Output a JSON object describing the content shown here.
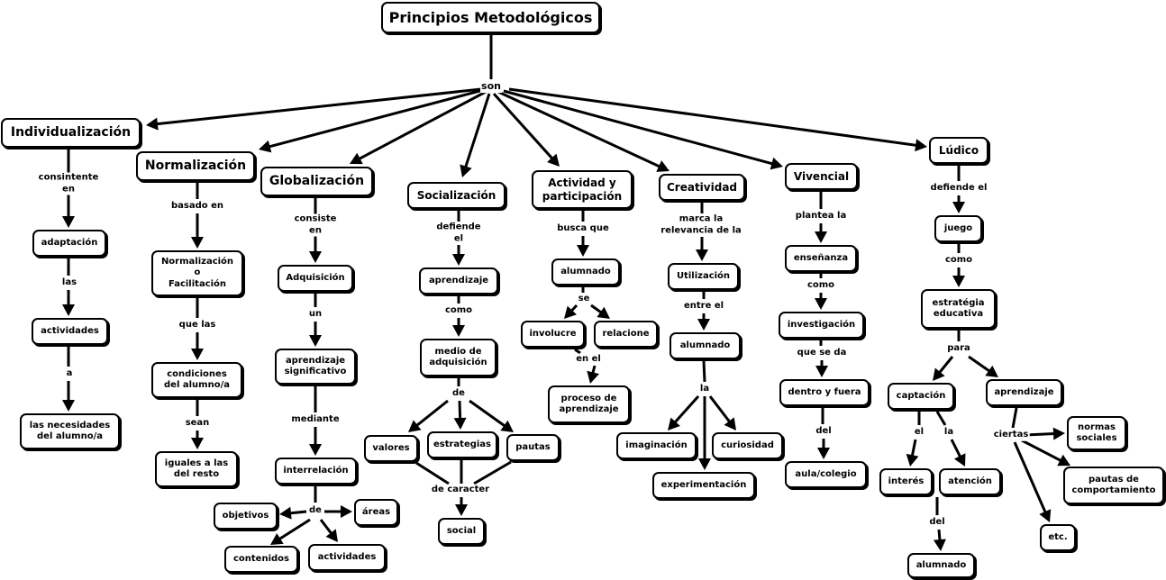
{
  "root": "Principios Metodológicos",
  "root_link": "son",
  "branches": {
    "individualizacion": {
      "title": "Individualización",
      "l1": "consintente\nen",
      "c1": "adaptación",
      "l2": "las",
      "c2": "actividades",
      "l3": "a",
      "c3": "las necesidades\ndel alumno/a"
    },
    "normalizacion": {
      "title": "Normalización",
      "l1": "basado en",
      "c1": "Normalización\no\nFacilitación",
      "l2": "que las",
      "c2": "condiciones\ndel alumno/a",
      "l3": "sean",
      "c3": "iguales a las\ndel resto"
    },
    "globalizacion": {
      "title": "Globalización",
      "l1": "consiste\nen",
      "c1": "Adquisición",
      "l2": "un",
      "c2": "aprendizaje\nsignificativo",
      "l3": "mediante",
      "c3": "interrelación",
      "l4": "de",
      "objetivos": "objetivos",
      "areas": "áreas",
      "contenidos": "contenidos",
      "actividades": "actividades"
    },
    "socializacion": {
      "title": "Socialización",
      "l1": "defiende\nel",
      "c1": "aprendizaje",
      "l2": "como",
      "c2": "medio de\nadquisición",
      "l3": "de",
      "valores": "valores",
      "estrategias": "estrategias",
      "pautas": "pautas",
      "l4": "de caracter",
      "social": "social"
    },
    "actividad": {
      "title": "Actividad y\nparticipación",
      "l1": "busca que",
      "c1": "alumnado",
      "l2": "se",
      "involucre": "involucre",
      "relacione": "relacione",
      "l3": "en el",
      "c3": "proceso de\naprendizaje"
    },
    "creatividad": {
      "title": "Creatividad",
      "l1": "marca la\nrelevancia de la",
      "c1": "Utilización",
      "l2": "entre el",
      "c2": "alumnado",
      "l3": "la",
      "imaginacion": "imaginación",
      "curiosidad": "curiosidad",
      "experimentacion": "experimentación"
    },
    "vivencial": {
      "title": "Vivencial",
      "l1": "plantea la",
      "c1": "enseñanza",
      "l2": "como",
      "c2": "investigación",
      "l3": "que se da",
      "c3": "dentro y fuera",
      "l4": "del",
      "c4": "aula/colegio"
    },
    "ludico": {
      "title": "Lúdico",
      "l1": "defiende el",
      "c1": "juego",
      "l2": "como",
      "c2": "estratégia\neducativa",
      "l3": "para",
      "captacion": "captación",
      "aprendizaje": "aprendizaje",
      "l_el": "el",
      "l_la": "la",
      "interes": "interés",
      "atencion": "atención",
      "l_del": "del",
      "alumnado": "alumnado",
      "l_ciertas": "ciertas",
      "normas": "normas\nsociales",
      "pautas": "pautas  de\ncomportamiento",
      "etc": "etc."
    }
  }
}
